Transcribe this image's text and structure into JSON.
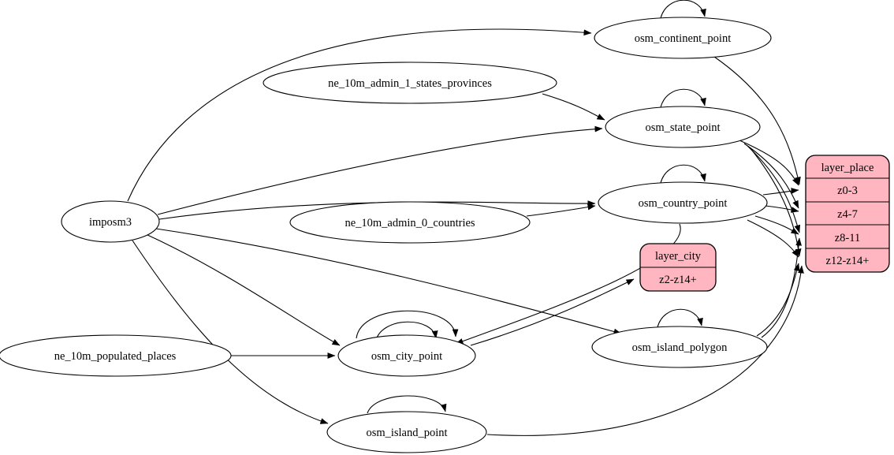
{
  "diagram": {
    "kind": "etl-dependency-graph",
    "colors": {
      "background": "#ffffff",
      "node_fill": "#ffffff",
      "record_fill": "#ffb6c1",
      "stroke": "#000000"
    },
    "nodes": {
      "imposm3": {
        "label": "imposm3",
        "shape": "ellipse"
      },
      "ne_10m_admin_1_states_provinces": {
        "label": "ne_10m_admin_1_states_provinces",
        "shape": "ellipse"
      },
      "ne_10m_admin_0_countries": {
        "label": "ne_10m_admin_0_countries",
        "shape": "ellipse"
      },
      "ne_10m_populated_places": {
        "label": "ne_10m_populated_places",
        "shape": "ellipse"
      },
      "osm_continent_point": {
        "label": "osm_continent_point",
        "shape": "ellipse",
        "self_loop": true
      },
      "osm_state_point": {
        "label": "osm_state_point",
        "shape": "ellipse",
        "self_loop": true
      },
      "osm_country_point": {
        "label": "osm_country_point",
        "shape": "ellipse",
        "self_loop": true
      },
      "osm_city_point": {
        "label": "osm_city_point",
        "shape": "ellipse",
        "self_loops": 2
      },
      "osm_island_polygon": {
        "label": "osm_island_polygon",
        "shape": "ellipse",
        "self_loop": true
      },
      "osm_island_point": {
        "label": "osm_island_point",
        "shape": "ellipse",
        "self_loop": true
      },
      "layer_city": {
        "label": "layer_city",
        "shape": "record",
        "rows": [
          "z2-z14+"
        ]
      },
      "layer_place": {
        "label": "layer_place",
        "shape": "record",
        "rows": [
          "z0-3",
          "z4-7",
          "z8-11",
          "z12-z14+"
        ]
      }
    },
    "edges": [
      {
        "from": "imposm3",
        "to": "osm_continent_point"
      },
      {
        "from": "imposm3",
        "to": "osm_state_point"
      },
      {
        "from": "imposm3",
        "to": "osm_country_point"
      },
      {
        "from": "imposm3",
        "to": "osm_city_point"
      },
      {
        "from": "imposm3",
        "to": "osm_island_polygon"
      },
      {
        "from": "imposm3",
        "to": "osm_island_point"
      },
      {
        "from": "ne_10m_admin_1_states_provinces",
        "to": "osm_state_point"
      },
      {
        "from": "ne_10m_admin_0_countries",
        "to": "osm_country_point"
      },
      {
        "from": "ne_10m_populated_places",
        "to": "osm_city_point"
      },
      {
        "from": "osm_continent_point",
        "to": "osm_continent_point"
      },
      {
        "from": "osm_state_point",
        "to": "osm_state_point"
      },
      {
        "from": "osm_country_point",
        "to": "osm_country_point"
      },
      {
        "from": "osm_city_point",
        "to": "osm_city_point"
      },
      {
        "from": "osm_city_point",
        "to": "osm_city_point"
      },
      {
        "from": "osm_island_polygon",
        "to": "osm_island_polygon"
      },
      {
        "from": "osm_island_point",
        "to": "osm_island_point"
      },
      {
        "from": "osm_country_point",
        "to": "osm_city_point"
      },
      {
        "from": "osm_continent_point",
        "to": "layer_place:z0-3"
      },
      {
        "from": "osm_state_point",
        "to": "layer_place:z0-3"
      },
      {
        "from": "osm_state_point",
        "to": "layer_place:z4-7"
      },
      {
        "from": "osm_state_point",
        "to": "layer_place:z8-11"
      },
      {
        "from": "osm_state_point",
        "to": "layer_place:z12-z14+"
      },
      {
        "from": "osm_country_point",
        "to": "layer_place:z0-3"
      },
      {
        "from": "osm_country_point",
        "to": "layer_place:z4-7"
      },
      {
        "from": "osm_country_point",
        "to": "layer_place:z8-11"
      },
      {
        "from": "osm_country_point",
        "to": "layer_place:z12-z14+"
      },
      {
        "from": "osm_island_polygon",
        "to": "layer_place:z8-11"
      },
      {
        "from": "osm_island_polygon",
        "to": "layer_place:z12-z14+"
      },
      {
        "from": "osm_island_point",
        "to": "layer_place:z12-z14+"
      },
      {
        "from": "osm_city_point",
        "to": "layer_city:z2-z14+"
      }
    ]
  }
}
